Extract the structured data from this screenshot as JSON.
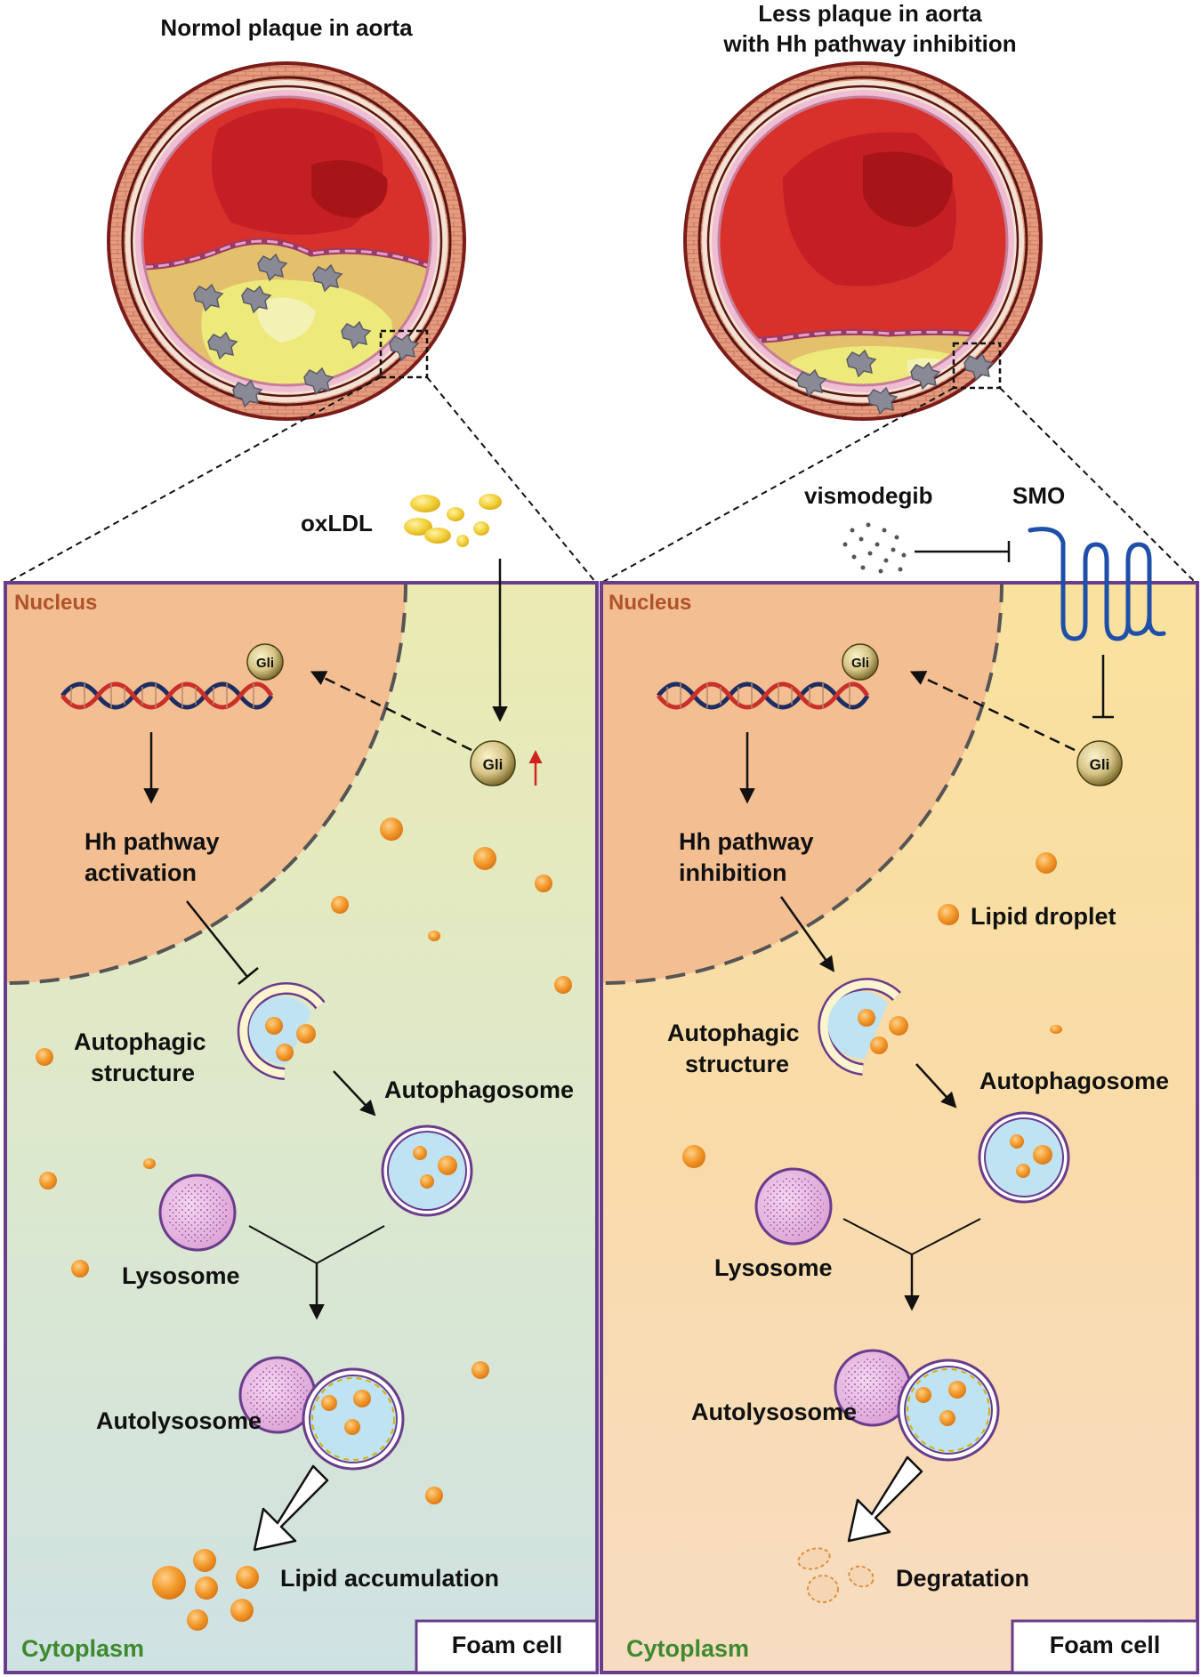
{
  "left": {
    "title_line1": "Normol plaque in aorta",
    "oxldl_label": "oxLDL",
    "nucleus_label": "Nucleus",
    "gli_label": "Gli",
    "pathway_line1": "Hh pathway",
    "pathway_line2": "activation",
    "autophagic_line1": "Autophagic",
    "autophagic_line2": "structure",
    "autophagosome_label": "Autophagosome",
    "lysosome_label": "Lysosome",
    "autolysosome_label": "Autolysosome",
    "outcome_label": "Lipid accumulation",
    "cytoplasm_label": "Cytoplasm",
    "foam_cell_label": "Foam cell"
  },
  "right": {
    "title_line1": "Less plaque in aorta",
    "title_line2": "with Hh pathway inhibition",
    "vismodegib_label": "vismodegib",
    "smo_label": "SMO",
    "nucleus_label": "Nucleus",
    "gli_label": "Gli",
    "pathway_line1": "Hh pathway",
    "pathway_line2": "inhibition",
    "lipid_droplet_label": "Lipid droplet",
    "autophagic_line1": "Autophagic",
    "autophagic_line2": "structure",
    "autophagosome_label": "Autophagosome",
    "lysosome_label": "Lysosome",
    "autolysosome_label": "Autolysosome",
    "outcome_label": "Degratation",
    "cytoplasm_label": "Cytoplasm",
    "foam_cell_label": "Foam cell"
  },
  "colors": {
    "panel_border": "#6a3c8c",
    "nucleus_label": "#b0532a",
    "cytoplasm_label": "#3e8a2e",
    "lipid_droplet": "#f39a2c",
    "smo": "#1f4fa8",
    "lysosome": "#e6aee0",
    "autophagosome": "#bfe3f3",
    "plaque": "#ece070",
    "lumen_blood": "#d8302b"
  },
  "icons": [
    "dna-helix-icon",
    "gli-protein-icon",
    "smo-receptor-icon",
    "oxldl-particles-icon",
    "vismodegib-dots-icon",
    "lipid-droplet-icon",
    "foam-cell-icon"
  ]
}
